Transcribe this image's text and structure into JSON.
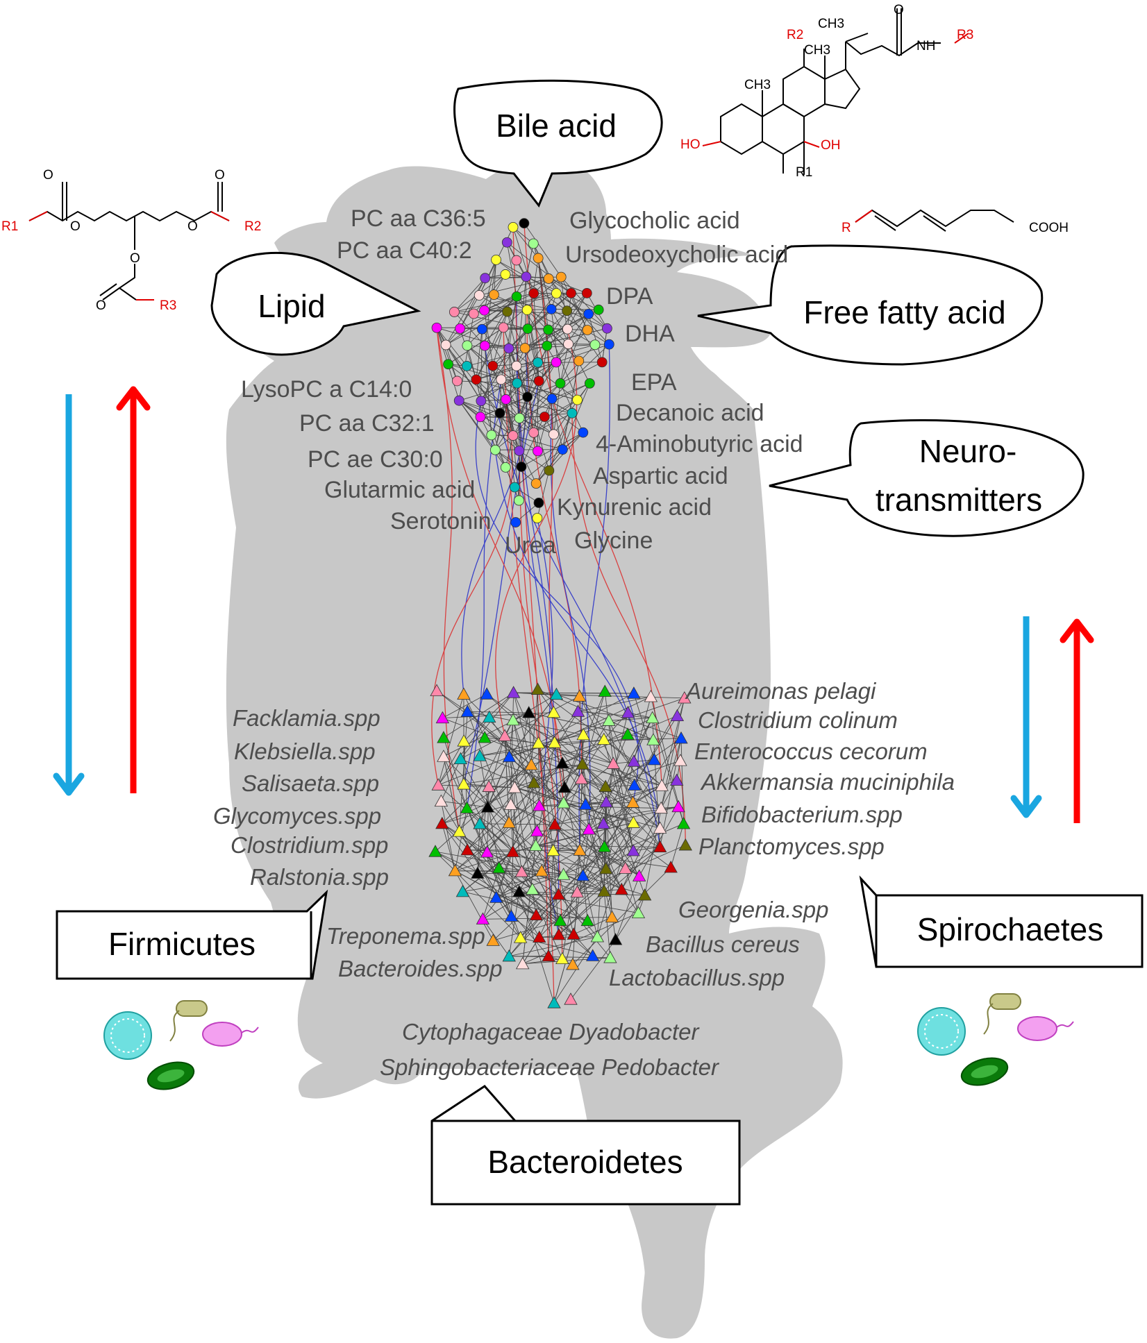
{
  "callouts": {
    "bile_acid": "Bile acid",
    "lipid": "Lipid",
    "free_fatty_acid": "Free fatty acid",
    "neuro_line1": "Neuro-",
    "neuro_line2": "transmitters",
    "firmicutes": "Firmicutes",
    "spirochaetes": "Spirochaetes",
    "bacteroidetes": "Bacteroidetes"
  },
  "metabolites": {
    "pc_aa_c36_5": "PC aa C36:5",
    "pc_aa_c40_2": "PC aa C40:2",
    "glycocholic_acid": "Glycocholic acid",
    "ursodeoxycholic_acid": "Ursodeoxycholic acid",
    "dpa": "DPA",
    "dha": "DHA",
    "epa": "EPA",
    "lysopc_a_c14_0": "LysoPC a C14:0",
    "decanoic_acid": "Decanoic acid",
    "pc_aa_c32_1": "PC aa C32:1",
    "aminobutyric_acid": "4-Aminobutyric acid",
    "pc_ae_c30_0": "PC ae C30:0",
    "aspartic_acid": "Aspartic acid",
    "glutarmic_acid": "Glutarmic acid",
    "kynurenic_acid": "Kynurenic acid",
    "serotonin": "Serotonin",
    "glycine": "Glycine",
    "urea": "Urea"
  },
  "bacteria": {
    "aureimonas_pelagi": "Aureimonas pelagi",
    "facklamia": "Facklamia.spp",
    "clostridium_colinum": "Clostridium colinum",
    "klebsiella": "Klebsiella.spp",
    "enterococcus_cecorum": "Enterococcus cecorum",
    "salisaeta": "Salisaeta.spp",
    "akkermansia": "Akkermansia muciniphila",
    "glycomyces": "Glycomyces.spp",
    "bifidobacterium": "Bifidobacterium.spp",
    "clostridium": "Clostridium.spp",
    "planctomyces": "Planctomyces.spp",
    "ralstonia": "Ralstonia.spp",
    "georgenia": "Georgenia.spp",
    "treponema": "Treponema.spp",
    "bacillus_cereus": "Bacillus cereus",
    "bacteroides": "Bacteroides.spp",
    "lactobacillus": "Lactobacillus.spp",
    "cytophagaceae": "Cytophagaceae Dyadobacter",
    "sphingobacteriaceae": "Sphingobacteriaceae Pedobacter"
  },
  "structures": {
    "triglyceride": {
      "o": "O",
      "r1": "R1",
      "r2": "R2",
      "r3": "R3"
    },
    "bile_acid": {
      "ch3": "CH3",
      "o": "O",
      "nh": "NH",
      "r1": "R1",
      "r2": "R2",
      "r3": "R3",
      "ho": "HO",
      "oh": "OH"
    },
    "fatty_acid": {
      "r": "R",
      "cooh": "COOH"
    }
  },
  "colors": {
    "mouse": "#c8c8c8",
    "down_arrow": "#1aa6e0",
    "up_arrow": "#ff0000",
    "edge": "#333333",
    "edge_positive": "#d94040",
    "edge_negative": "#3b43c8",
    "node_palette": [
      "#ff00ff",
      "#00c000",
      "#ffff33",
      "#ffa020",
      "#0044ff",
      "#00bbbb",
      "#6b6b00",
      "#a0ff90",
      "#cc0000",
      "#000000",
      "#ff88aa",
      "#8833dd",
      "#ffdddd"
    ]
  }
}
